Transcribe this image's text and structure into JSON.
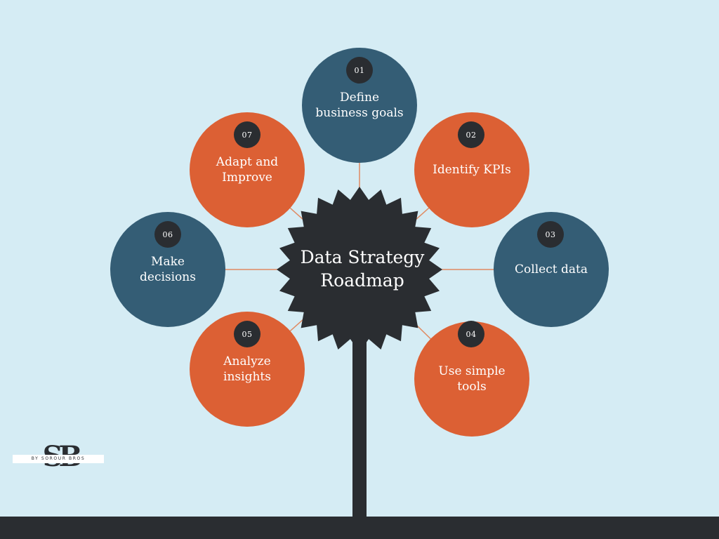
{
  "title": "Data Strategy\nRoadmap",
  "colors": {
    "background": "#d5ecf4",
    "dark": "#2a2d31",
    "blue": "#345d75",
    "orange": "#dc6034",
    "connector": "#e08a62"
  },
  "steps": [
    {
      "number": "01",
      "label": "Define\nbusiness goals",
      "color": "blue"
    },
    {
      "number": "02",
      "label": "Identify KPIs",
      "color": "orange"
    },
    {
      "number": "03",
      "label": "Collect data",
      "color": "blue"
    },
    {
      "number": "04",
      "label": "Use simple\ntools",
      "color": "orange"
    },
    {
      "number": "05",
      "label": "Analyze\ninsights",
      "color": "orange"
    },
    {
      "number": "06",
      "label": "Make\ndecisions",
      "color": "blue"
    },
    {
      "number": "07",
      "label": "Adapt and\nImprove",
      "color": "orange"
    }
  ],
  "logo": {
    "monogram": "SB",
    "tagline": "BY SOROUR BROS"
  }
}
